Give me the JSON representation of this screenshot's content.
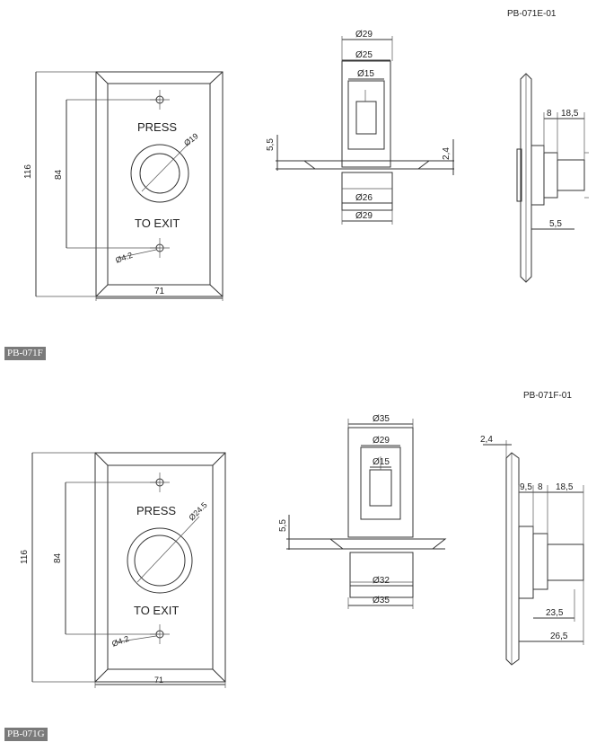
{
  "section1": {
    "code": "PB-071E-01",
    "tag": "PB-071F",
    "front": {
      "press": "PRESS",
      "exit": "TO EXIT",
      "width": "71",
      "height": "116",
      "hole_pitch": "84",
      "button_dia": "Ø19",
      "hole_dia": "Ø4.2"
    },
    "side": {
      "d29_top": "Ø29",
      "d25": "Ø25",
      "d15": "Ø15",
      "d26": "Ø26",
      "d29_bottom": "Ø29",
      "t55": "5,5",
      "t24": "2,4"
    },
    "profile": {
      "d8": "8",
      "d185": "18,5",
      "d55": "5,5"
    }
  },
  "section2": {
    "code": "PB-071F-01",
    "tag": "PB-071G",
    "front": {
      "press": "PRESS",
      "exit": "TO EXIT",
      "width": "71",
      "height": "116",
      "hole_pitch": "84",
      "button_dia": "Ø24.5",
      "hole_dia": "Ø4.2"
    },
    "side": {
      "d35_top": "Ø35",
      "d29": "Ø29",
      "d15": "Ø15",
      "d32": "Ø32",
      "d35_bottom": "Ø35",
      "t55": "5,5"
    },
    "profile": {
      "d24": "2,4",
      "d95": "9,5",
      "d8": "8",
      "d185": "18,5",
      "d235": "23,5",
      "d265": "26,5"
    }
  }
}
